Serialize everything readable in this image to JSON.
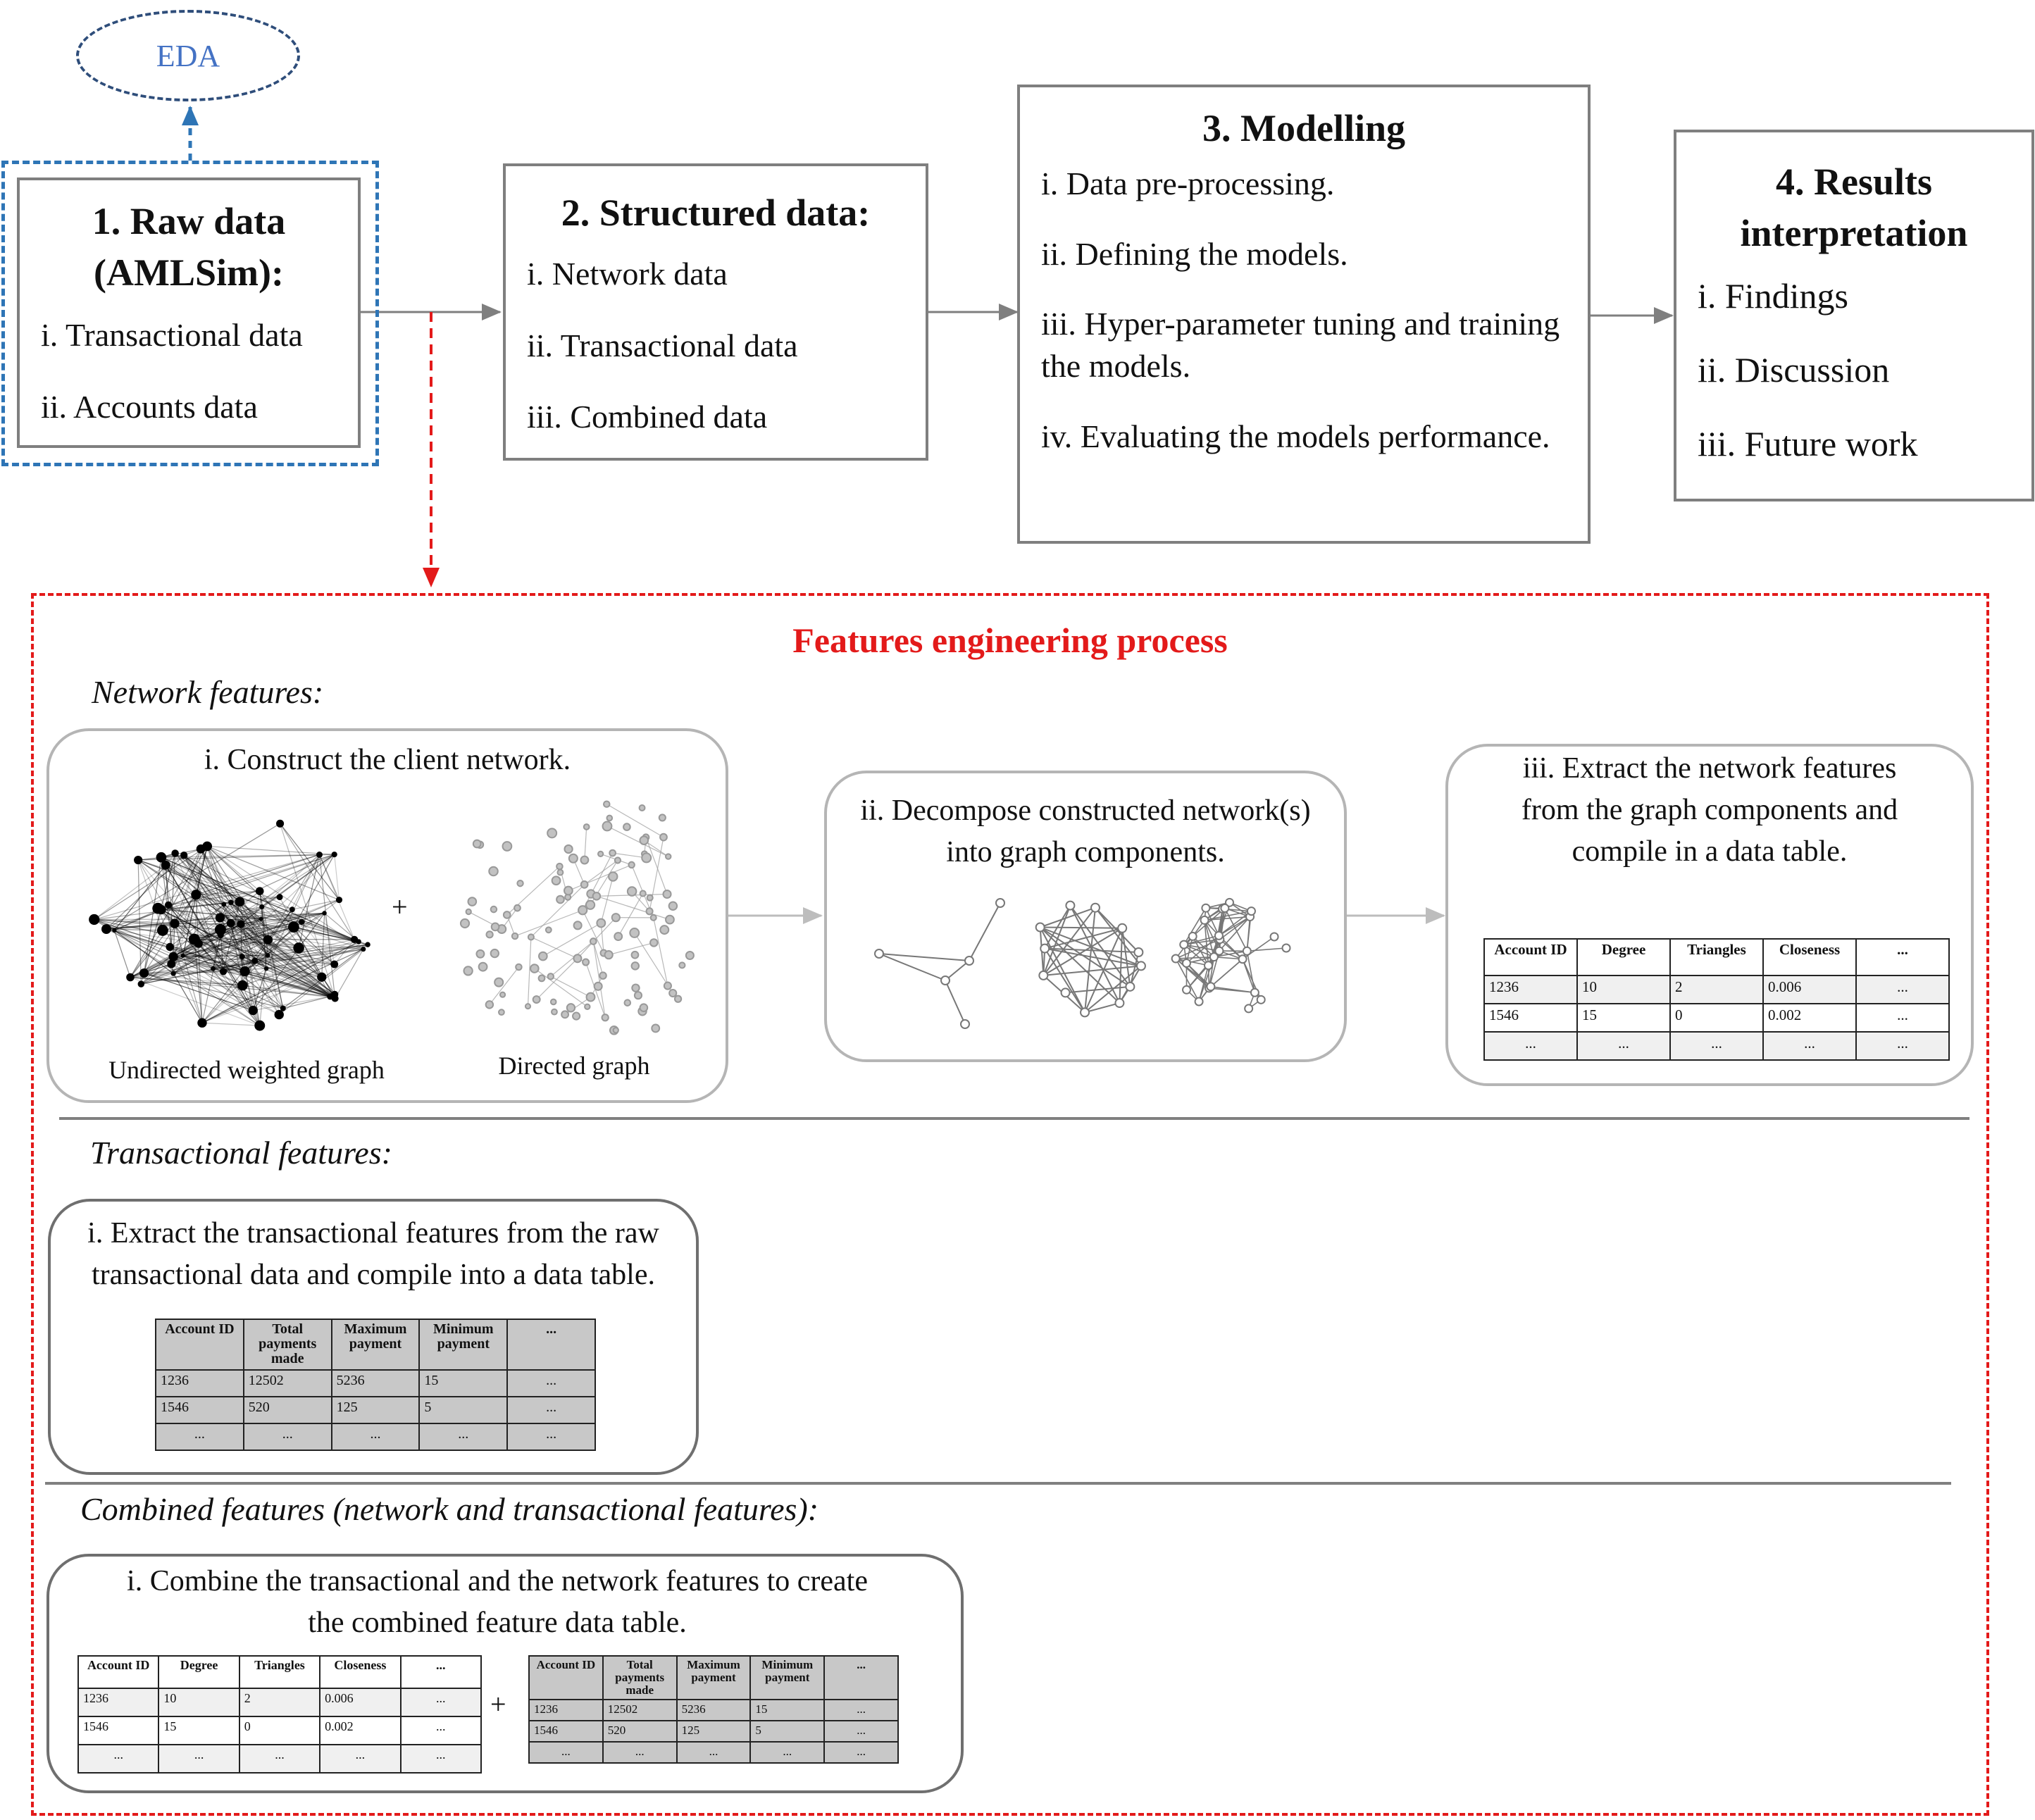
{
  "eda": {
    "label": "EDA"
  },
  "steps": [
    {
      "title_lines": [
        "1. Raw data",
        "(AMLSim):"
      ],
      "items": [
        "i. Transactional data",
        "ii. Accounts data"
      ]
    },
    {
      "title_lines": [
        "2. Structured data:"
      ],
      "items": [
        "i. Network data",
        "ii. Transactional data",
        "iii. Combined data"
      ]
    },
    {
      "title_lines": [
        "3. Modelling"
      ],
      "items": [
        "i. Data pre-processing.",
        "ii. Defining the models.",
        "iii. Hyper-parameter tuning and training the models.",
        "iv. Evaluating the models performance."
      ]
    },
    {
      "title_lines": [
        "4. Results",
        "interpretation"
      ],
      "items": [
        "i. Findings",
        "ii. Discussion",
        "iii. Future work"
      ]
    }
  ],
  "features": {
    "title": "Features engineering process",
    "network": {
      "label": "Network features:",
      "step1": "i. Construct the client network.",
      "plus": "+",
      "graph1_caption": "Undirected weighted graph",
      "graph2_caption": "Directed graph",
      "step2": "ii. Decompose constructed network(s) into graph components.",
      "step3": "iii. Extract the network features from the graph components and compile in a data table."
    },
    "transactional": {
      "label": "Transactional features:",
      "step1": "i. Extract the transactional features from the raw transactional data and compile into a data table."
    },
    "combined": {
      "label": "Combined features (network and transactional features):",
      "step1": "i. Combine the transactional and the network features to create the combined feature data table.",
      "plus": "+"
    }
  },
  "network_table": {
    "headers": [
      "Account ID",
      "Degree",
      "Triangles",
      "Closeness",
      "..."
    ],
    "rows": [
      [
        "1236",
        "10",
        "2",
        "0.006",
        "..."
      ],
      [
        "1546",
        "15",
        "0",
        "0.002",
        "..."
      ],
      [
        "...",
        "...",
        "...",
        "...",
        "..."
      ]
    ]
  },
  "transaction_table": {
    "headers": [
      "Account ID",
      "Total payments made",
      "Maximum payment",
      "Minimum payment",
      "..."
    ],
    "rows": [
      [
        "1236",
        "12502",
        "5236",
        "15",
        "..."
      ],
      [
        "1546",
        "520",
        "125",
        "5",
        "..."
      ],
      [
        "...",
        "...",
        "...",
        "...",
        "..."
      ]
    ]
  },
  "colors": {
    "eda_border": "#2e4d7a",
    "eda_text": "#4472c4",
    "feature_red": "#e31a1a",
    "blue_dash": "#2e75b6",
    "arrow_gray": "#808080"
  }
}
